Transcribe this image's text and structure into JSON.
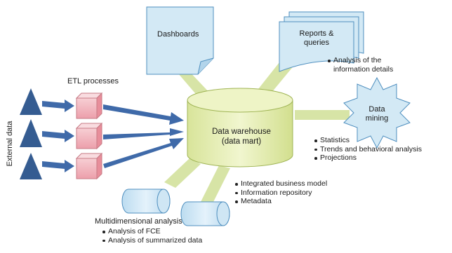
{
  "diagram": {
    "external_data_label": "External data",
    "etl_label": "ETL processes",
    "dashboards_label": "Dashboards",
    "reports": {
      "line1": "Reports &",
      "line2": "queries"
    },
    "reports_bullets": [
      "Analysis of the information details"
    ],
    "warehouse": {
      "line1": "Data warehouse",
      "line2": "(data mart)"
    },
    "data_mining": {
      "line1": "Data",
      "line2": "mining"
    },
    "mining_bullets": [
      "Statistics",
      "Trends and behavioral analysis",
      "Projections"
    ],
    "warehouse_bullets": [
      "Integrated business model",
      "Information repository",
      "Metadata"
    ],
    "multidim_label": "Multidimensional analysis",
    "multidim_bullets": [
      "Analysis of FCE",
      "Analysis of summarized data"
    ]
  },
  "colors": {
    "shape_fill": "#d3e9f5",
    "shape_stroke": "#4f8fbf",
    "warehouse_fill": "#e6efb5",
    "warehouse_stroke": "#9fb454",
    "connector": "#d7e4a6",
    "triangle": "#355c91",
    "etl_fill": "#f2b8c0",
    "etl_stroke": "#c77b86",
    "arrow": "#3f6aa9"
  }
}
